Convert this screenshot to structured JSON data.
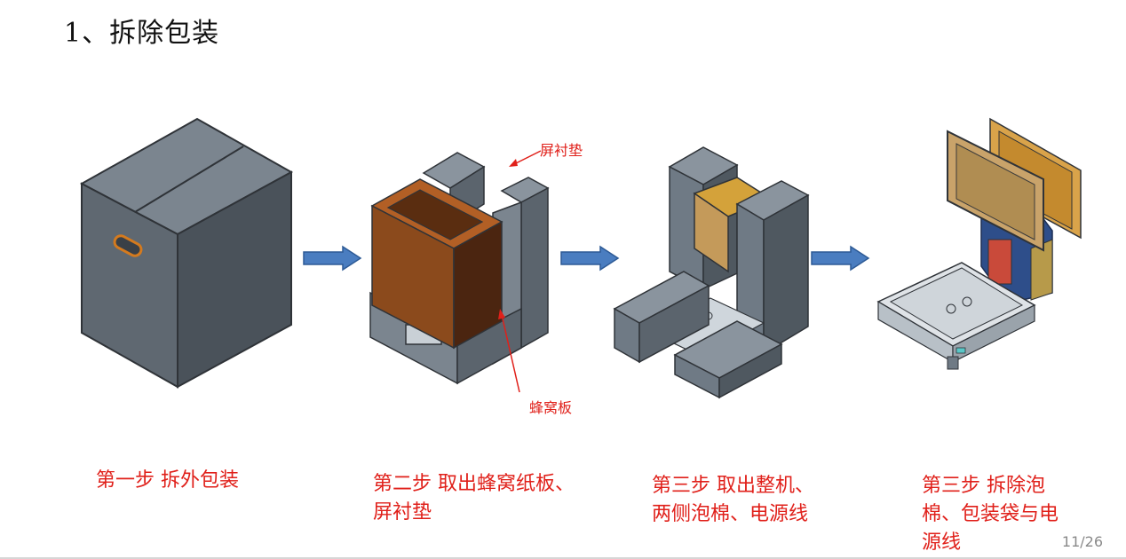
{
  "slide": {
    "title": "1、拆除包装",
    "page": "11/26"
  },
  "steps": [
    {
      "label": "第一步  拆外包装"
    },
    {
      "label": "第二步  取出蜂窝纸板、\n屏衬垫"
    },
    {
      "label": "第三步  取出整机、\n两侧泡棉、电源线"
    },
    {
      "label": "第三步  拆除泡\n棉、包装袋与电\n源线"
    }
  ],
  "callouts": {
    "screen_pad": "屏衬垫",
    "honeycomb_board": "蜂窝板"
  },
  "colors": {
    "label_red": "#e0201a",
    "arrow_blue": "#4a7dc0",
    "foam_gray": "#6f7a85",
    "board_brown": "#8b4a1c"
  }
}
